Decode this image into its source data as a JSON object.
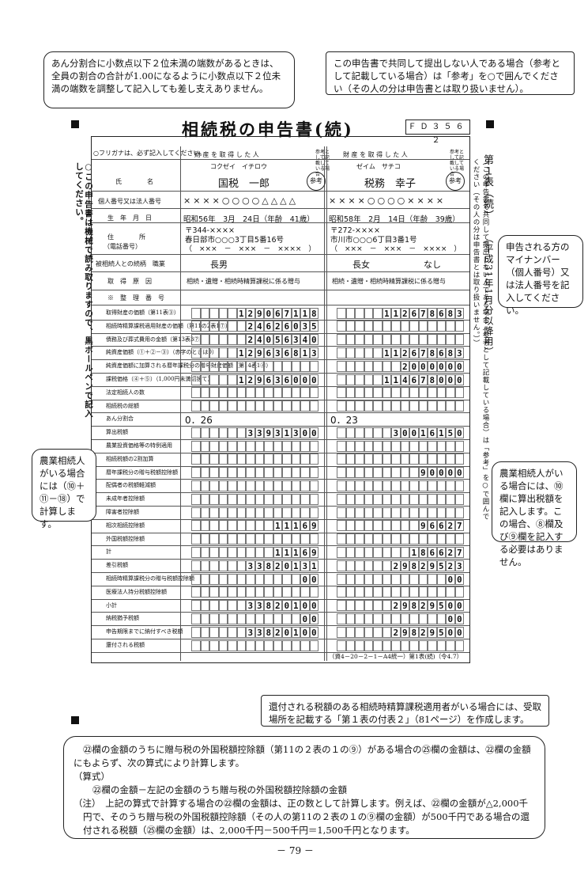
{
  "callouts": {
    "top_left": "あん分割合に小数点以下２位未満の端数があるときは、全員の割合の合計が1.00になるように小数点以下２位未満の端数を調整して記入しても差し支えありません。",
    "top_right": "この申告書で共同して提出しない人である場合（参考として記載している場合）は「参考」を○で囲んでください（その人の分は申告書とは取り扱いません）。",
    "right_mynumber": "申告される方のマイナンバー（個人番号）又は法人番号を記入してください。",
    "left_farm": "農業相続人がいる場合には（⑩＋⑪－⑱）で計算します。",
    "right_farm": "農業相続人がいる場合には、⑩欄に算出税額を記入します。この場合、⑧欄及び⑨欄を記入する必要はありません。",
    "bottom_refund": "還付される税額のある相続時精算課税適用者がいる場合には、受取場所を記載する「第１表の付表２」（81ページ）を作成します。"
  },
  "form": {
    "title": "相続税の申告書(続)",
    "form_code": "ＦＤ３５６２",
    "side_title": "第１表（続）",
    "side_period": "（平成31年1月分以降用）",
    "left_vertical_note": "○この申告書は機械で読み取りますので、黒ボールペンで記入してください。",
    "right_vertical_note": "（この申告書で共同して提出しない人である場合（参考として記載している場合）は「参考」を○で囲んでください（その人の分は申告書とは取り扱いません。））",
    "furigana_note": "○フリガナは、必ず記入してください。",
    "col_header": "財 産 を 取 得 し た 人",
    "sankou_header": "参考として記載している場合",
    "sankou": "参考",
    "person1": {
      "furigana": "コクゼイ　イチロウ",
      "name": "国税　一郎",
      "mynumber": "××××○○○○△△△△",
      "birth": "昭和56年　3月　24日（年齢　41歳）",
      "zip": "〒344-××××",
      "address": "春日部市○○○3丁目5番16号",
      "phone": "（　×××　－　×××　－　××××　）",
      "relation": "長男",
      "occupation": "",
      "cause": "相続・遺贈・相続時精算課税に係る贈与",
      "amounts": [
        "129067118",
        "24626035",
        "24056340",
        "129636813",
        "",
        "129636000"
      ],
      "ratio": "0．26",
      "tax9": "33931300",
      "tax14": "11169",
      "tax18": "11169",
      "tax19": "33820131",
      "tax20": "00",
      "tax22": "33820100",
      "tax23": "00",
      "tax24": "33820100"
    },
    "person2": {
      "furigana": "ゼイム　サチコ",
      "name": "税務　幸子",
      "mynumber": "××××○○○○××××",
      "birth": "昭和58年　2月　14日（年齢　39歳）",
      "zip": "〒272-××××",
      "address": "市川市○○○6丁目3番1号",
      "phone": "（　×××　－　×××　－　××××　）",
      "relation": "長女",
      "occupation": "なし",
      "cause": "相続・遺贈・相続時精算課税に係る贈与",
      "amounts": [
        "112678683",
        "",
        "",
        "112678683",
        "2000000",
        "114678000"
      ],
      "ratio": "0．23",
      "tax9": "30016150",
      "tax12": "90000",
      "tax14": "96627",
      "tax18": "186627",
      "tax19": "29829523",
      "tax20": "00",
      "tax22": "29829500",
      "tax23": "00",
      "tax24": "29829500"
    },
    "row_labels": [
      "取得財産の価額（第11表③）",
      "相続時精算課税適用財産の価額（第11の2表1⑦）",
      "債務及び葬式費用の金額（第13表3⑦）",
      "純資産価額（①＋②－③）（赤字のときは0）",
      "純資産価額に加算される暦年課税分の贈与財産価額（第14表1④）",
      "課税価格（④＋⑤）（1,000円未満切捨て）",
      "法定相続人の数",
      "相続税の総額",
      "あん分割合",
      "算出税額",
      "農業投資価格等の特例適用",
      "相続税額の2割加算",
      "暦年課税分の贈与税額控除額",
      "配偶者の税額軽減額",
      "未成年者控除額",
      "障害者控除額",
      "相次相続控除額",
      "外国税額控除額",
      "計",
      "差引税額",
      "相続時精算課税分の贈与税額控除額",
      "医療法人持分税額控除額",
      "小計",
      "納税猶予税額",
      "申告期限までに納付すべき税額",
      "還付される税額"
    ],
    "footer_code": "（資4－20－2－1－A4統一）第1表(続)（令4.7）"
  },
  "footnote": {
    "line1": "㉒欄の金額のうちに贈与税の外国税額控除額（第11の２表の１の⑨）がある場合の㉕欄の金額は、㉒欄の金額にもよらず、次の算式により計算します。",
    "formula_label": "（算式）",
    "formula": "㉒欄の金額－左記の金額のうち贈与税の外国税額控除額の金額",
    "note": "（注）　上記の算式で計算する場合の㉒欄の金額は、正の数として計算します。例えば、㉒欄の金額が△2,000千円で、そのうち贈与税の外国税額控除額（その人の第11の２表の１の⑨欄の金額）が500千円である場合の還付される税額（㉕欄の金額）は、2,000千円－500千円＝1,500千円となります。"
  },
  "page_number": "－ 79 －"
}
